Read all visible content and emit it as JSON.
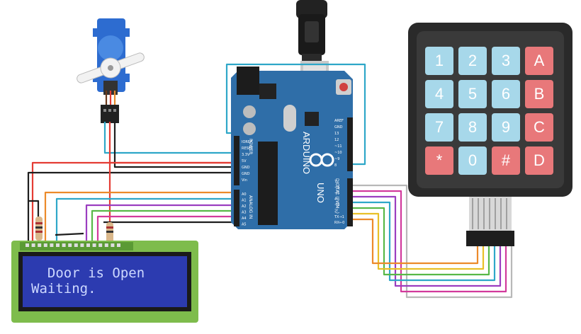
{
  "lcd": {
    "line1": "  Door is Open",
    "line2": "Waiting."
  },
  "keypad": {
    "keys": [
      [
        "1",
        "2",
        "3",
        "A"
      ],
      [
        "4",
        "5",
        "6",
        "B"
      ],
      [
        "7",
        "8",
        "9",
        "C"
      ],
      [
        "*",
        "0",
        "#",
        "D"
      ]
    ]
  },
  "arduino": {
    "brand": "ARDUINO",
    "model": "UNO",
    "power_header_title": "POWER",
    "analog_header_title": "ANALOG IN",
    "digital_header_title": "DIGITAL (PWM~)",
    "power_pins": [
      "IOREF",
      "RESET",
      "3.3V",
      "5V",
      "GND",
      "GND",
      "Vin"
    ],
    "analog_pins": [
      "A0",
      "A1",
      "A2",
      "A3",
      "A4",
      "A5"
    ],
    "digital_top": [
      "AREF",
      "GND",
      "13",
      "12",
      "~11",
      "~10",
      "~9",
      "8"
    ],
    "digital_bottom": [
      "7",
      "~6",
      "~5",
      "4",
      "~3",
      "2",
      "TX→1",
      "RX←0"
    ]
  },
  "colors": {
    "board": "#2f6ea8",
    "key_blue": "#a7d8ea",
    "key_red": "#e8787a",
    "lcd_screen": "#2c3bb0",
    "lcd_pcb": "#7ebc4c",
    "wire_red": "#e43c34",
    "wire_black": "#1e1e1e",
    "wire_teal": "#2ea7c8",
    "wire_orange": "#ec8a2a",
    "wire_purple": "#9b3ec0",
    "wire_green": "#58b848",
    "wire_magenta": "#d23a9c",
    "wire_yellow": "#e8c028",
    "wire_gray": "#b8b8b8"
  }
}
